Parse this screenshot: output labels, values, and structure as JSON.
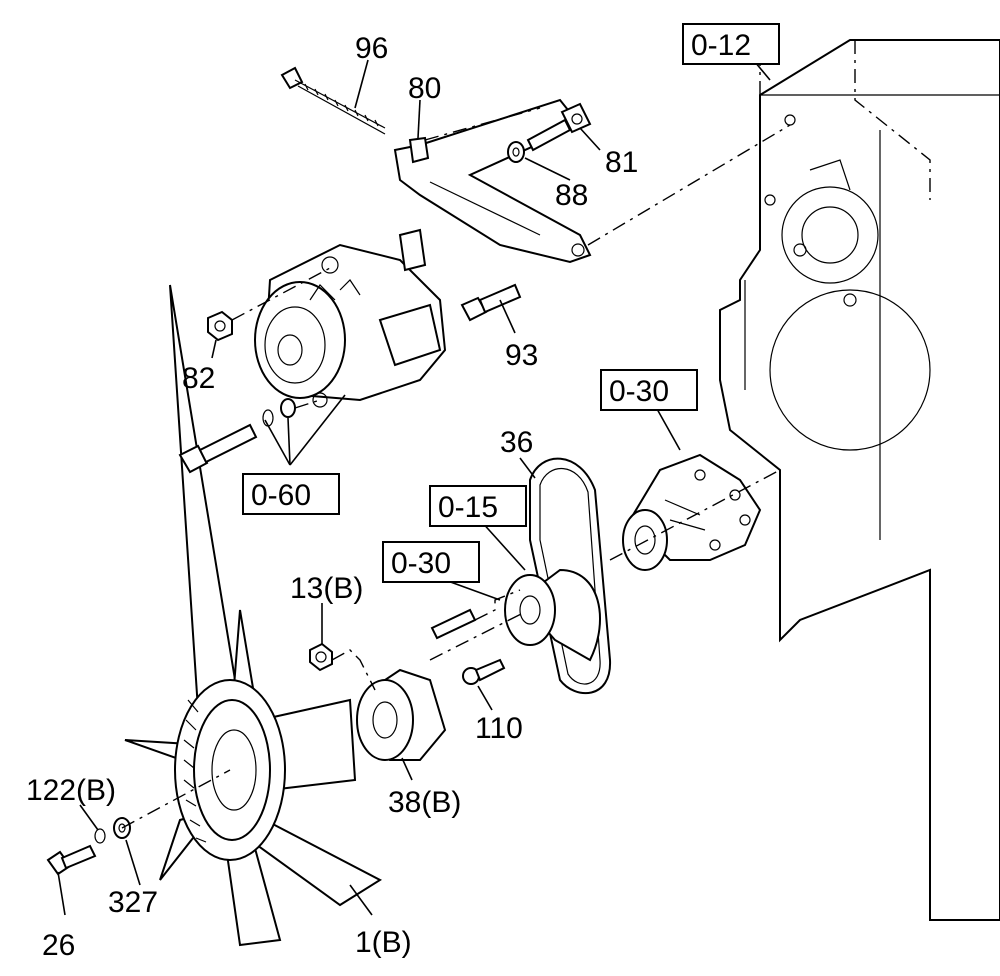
{
  "labels": {
    "p96": "96",
    "p80": "80",
    "p81": "81",
    "p88": "88",
    "p82": "82",
    "p93": "93",
    "p36": "36",
    "p13b": "13(B)",
    "p110": "110",
    "p38b": "38(B)",
    "p122b": "122(B)",
    "p327": "327",
    "p26": "26",
    "p1b": "1(B)"
  },
  "refs": {
    "r012": "0-12",
    "r030a": "0-30",
    "r060": "0-60",
    "r015": "0-15",
    "r030b": "0-30"
  },
  "colors": {
    "ink": "#000000",
    "paper": "#ffffff"
  }
}
